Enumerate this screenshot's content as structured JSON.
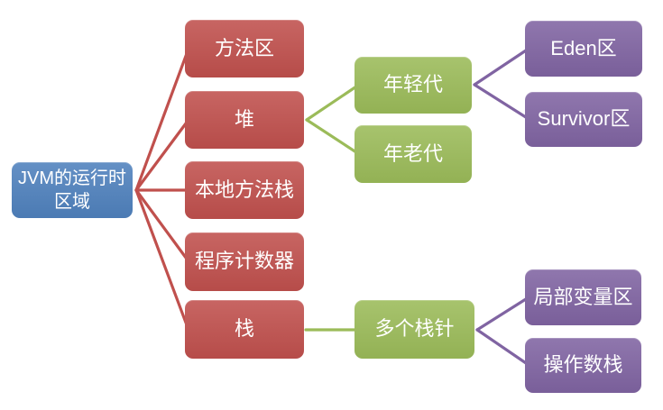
{
  "palette": {
    "background": "#FFFFFF",
    "text": "#FFFFFF",
    "root_fill": "#4F81BD",
    "level1_fill": "#C0504D",
    "level2_fill": "#9BBB59",
    "level3_fill": "#8064A2"
  },
  "nodes": {
    "root": {
      "label": "JVM的运行时区域"
    },
    "level1": [
      {
        "label": "方法区"
      },
      {
        "label": "堆"
      },
      {
        "label": "本地方法栈"
      },
      {
        "label": "程序计数器"
      },
      {
        "label": "栈"
      }
    ],
    "level2": [
      {
        "label": "年轻代",
        "parent": "堆"
      },
      {
        "label": "年老代",
        "parent": "堆"
      },
      {
        "label": "多个栈针",
        "parent": "栈"
      }
    ],
    "level3": [
      {
        "label": "Eden区",
        "parent": "年轻代"
      },
      {
        "label": "Survivor区",
        "parent": "年轻代"
      },
      {
        "label": "局部变量区",
        "parent": "多个栈针"
      },
      {
        "label": "操作数栈",
        "parent": "多个栈针"
      }
    ]
  },
  "edges": [
    {
      "from": "JVM的运行时区域",
      "to": "方法区",
      "color": "#C0504D"
    },
    {
      "from": "JVM的运行时区域",
      "to": "堆",
      "color": "#C0504D"
    },
    {
      "from": "JVM的运行时区域",
      "to": "本地方法栈",
      "color": "#C0504D"
    },
    {
      "from": "JVM的运行时区域",
      "to": "程序计数器",
      "color": "#C0504D"
    },
    {
      "from": "JVM的运行时区域",
      "to": "栈",
      "color": "#C0504D"
    },
    {
      "from": "堆",
      "to": "年轻代",
      "color": "#9BBB59"
    },
    {
      "from": "堆",
      "to": "年老代",
      "color": "#9BBB59"
    },
    {
      "from": "栈",
      "to": "多个栈针",
      "color": "#9BBB59"
    },
    {
      "from": "年轻代",
      "to": "Eden区",
      "color": "#8064A2"
    },
    {
      "from": "年轻代",
      "to": "Survivor区",
      "color": "#8064A2"
    },
    {
      "from": "多个栈针",
      "to": "局部变量区",
      "color": "#8064A2"
    },
    {
      "from": "多个栈针",
      "to": "操作数栈",
      "color": "#8064A2"
    }
  ]
}
